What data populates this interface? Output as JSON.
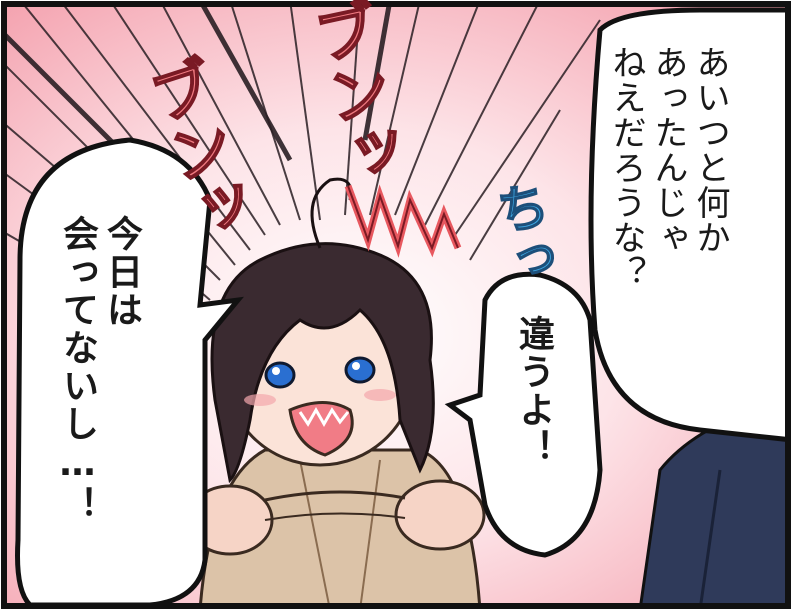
{
  "dialogue": {
    "left_bubble": "今日は\n会ってないし…！",
    "middle_bubble": "違うよ！",
    "right_bubble": "あいつと何か\nあったんじゃ\nねえだろうな？"
  },
  "sound_effects": {
    "sfx_red_1": "ブンッ",
    "sfx_red_2": "ブンッ",
    "sfx_blue": "ちっ"
  },
  "colors": {
    "background_pink": "#f7a6b1",
    "speedline_dark": "#2a1f24",
    "sfx_red": "#f07a80",
    "sfx_blue": "#3fa7e3",
    "hair": "#3a2a30",
    "coat": "#dcc3a8",
    "jacket_right": "#2f3a5a"
  }
}
